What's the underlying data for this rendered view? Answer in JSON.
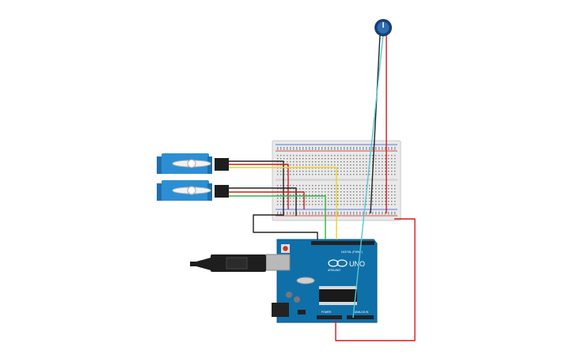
{
  "board": {
    "logo_text": "UNO",
    "brand_text": "ARDUINO",
    "digital_label": "DIGITAL (PWM~)",
    "power_label": "POWER",
    "analog_label": "ANALOG IN"
  },
  "components": {
    "potentiometer": "potentiometer-icon",
    "servo_1": "servo-motor-icon",
    "servo_2": "servo-motor-icon",
    "breadboard": "breadboard",
    "usb_cable": "usb-cable-icon"
  },
  "colors": {
    "board_blue": "#0f6fa8",
    "wire_red": "#d11a1a",
    "wire_black": "#222222",
    "wire_yellow": "#f2d21b",
    "wire_green": "#2db83d",
    "wire_cyan": "#58c7d3",
    "servo_blue": "#2d8fd3",
    "breadboard_body": "#e9e9e9"
  }
}
